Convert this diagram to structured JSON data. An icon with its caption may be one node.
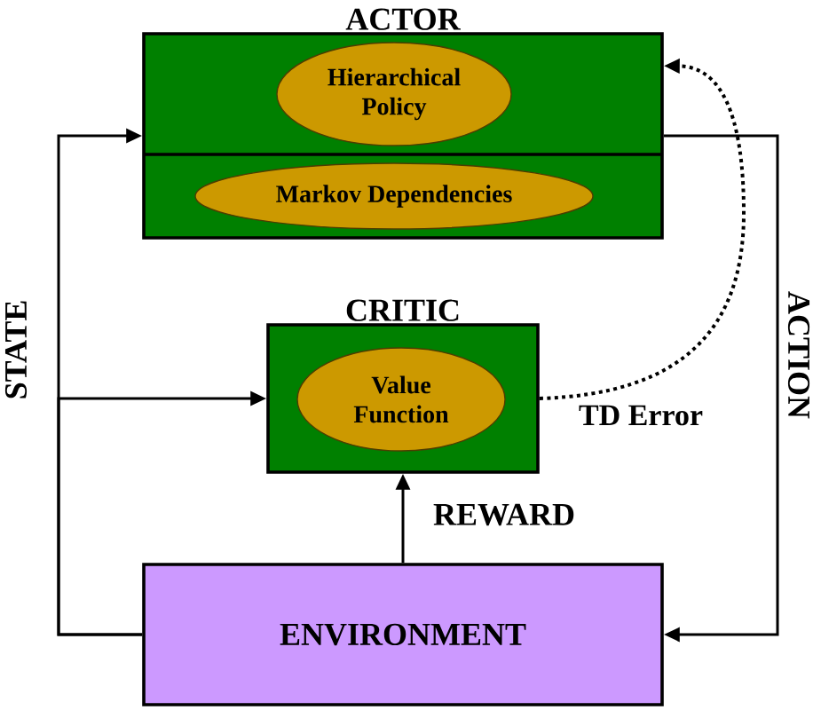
{
  "diagram": {
    "nodes": [
      {
        "text": [
          "ACTOR"
        ]
      },
      {
        "text": [
          "Hierarchical Policy"
        ],
        "in": 0
      },
      {
        "text": [
          "Markov Dependencies"
        ],
        "in": 0
      },
      {
        "text": [
          "CRITIC"
        ]
      },
      {
        "text": [
          "Value Function"
        ],
        "in": 3
      },
      {
        "text": [
          "ENVIRONMENT"
        ]
      }
    ],
    "edges": [
      {
        "from": 5,
        "to": 0,
        "arrow": "to",
        "label": "STATE"
      },
      {
        "from": 5,
        "to": 3,
        "arrow": "to"
      },
      {
        "from": 0,
        "to": 5,
        "arrow": "to",
        "label": "ACTION"
      },
      {
        "from": 5,
        "to": 3,
        "arrow": "to",
        "label": "REWARD"
      },
      {
        "from": 3,
        "to": 0,
        "arrow": "to",
        "label": "TD Error",
        "style": "dashed"
      }
    ]
  }
}
